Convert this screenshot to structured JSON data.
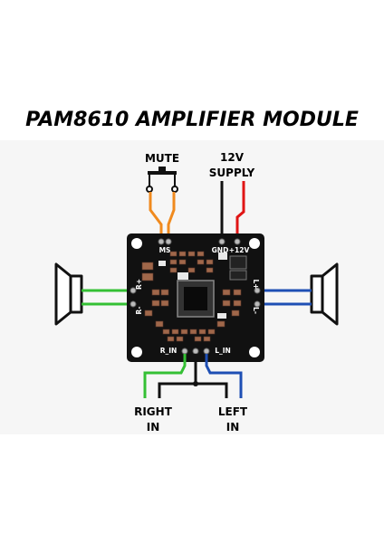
{
  "title": "PAM8610 AMPLIFIER MODULE",
  "labels": {
    "mute": "MUTE",
    "supply_line1": "12V",
    "supply_line2": "SUPPLY",
    "right_in_line1": "RIGHT",
    "right_in_line2": "IN",
    "left_in_line1": "LEFT",
    "left_in_line2": "IN"
  },
  "pcb_labels": {
    "ms": "MS",
    "gnd": "GND",
    "plus12v": "+12V",
    "r_plus": "R+",
    "r_minus": "R-",
    "l_plus": "L+",
    "l_minus": "L-",
    "r_in": "R_IN",
    "l_in": "L_IN"
  },
  "colors": {
    "background": "#ffffff",
    "pcb": "#111111",
    "mute_wire": "#f08a1e",
    "supply_positive": "#e01515",
    "supply_ground": "#111111",
    "right_channel": "#34c034",
    "left_channel": "#1e4fb4",
    "signal_ground": "#111111",
    "component": "#a0674a"
  },
  "icons": {
    "mute_switch": "push-button-switch-icon",
    "left_speaker": "speaker-icon",
    "right_speaker": "speaker-icon",
    "chip": "ic-chip-icon"
  }
}
